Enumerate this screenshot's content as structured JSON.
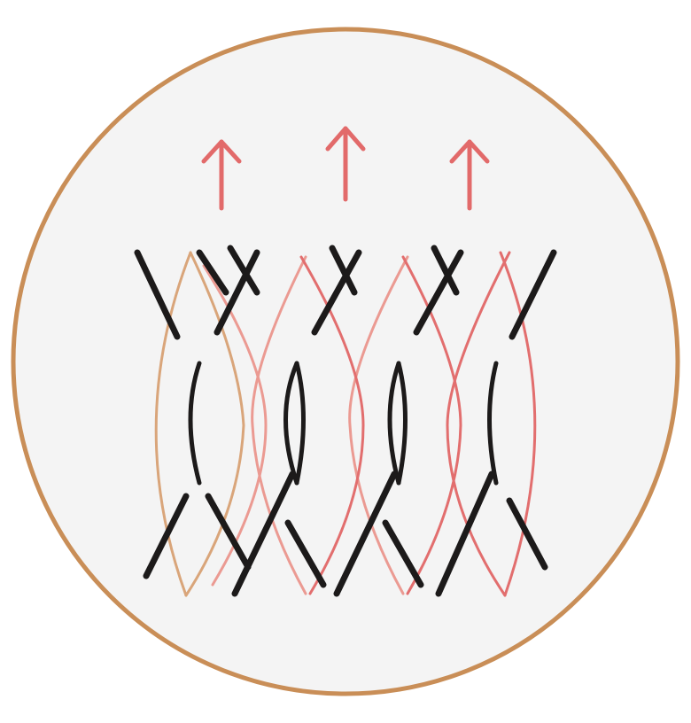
{
  "colors": {
    "background": "#ffffff",
    "badge_fill": "#f4f4f4",
    "badge_ring": "#c98e57",
    "arrow": "#e26a6a",
    "strand_black": "#1c1a1a",
    "strand_red": "#e26e6e",
    "strand_pink": "#eb9a92",
    "strand_tan": "#d9a57a"
  },
  "arrows": {
    "count": 3,
    "direction": "up"
  },
  "strands": {
    "loops": 4,
    "crossings_per_row": 4,
    "colors": [
      "black",
      "red",
      "pink",
      "tan"
    ]
  },
  "icons": [
    "badge-circle-icon",
    "up-arrow-icon",
    "woven-strands-icon"
  ]
}
